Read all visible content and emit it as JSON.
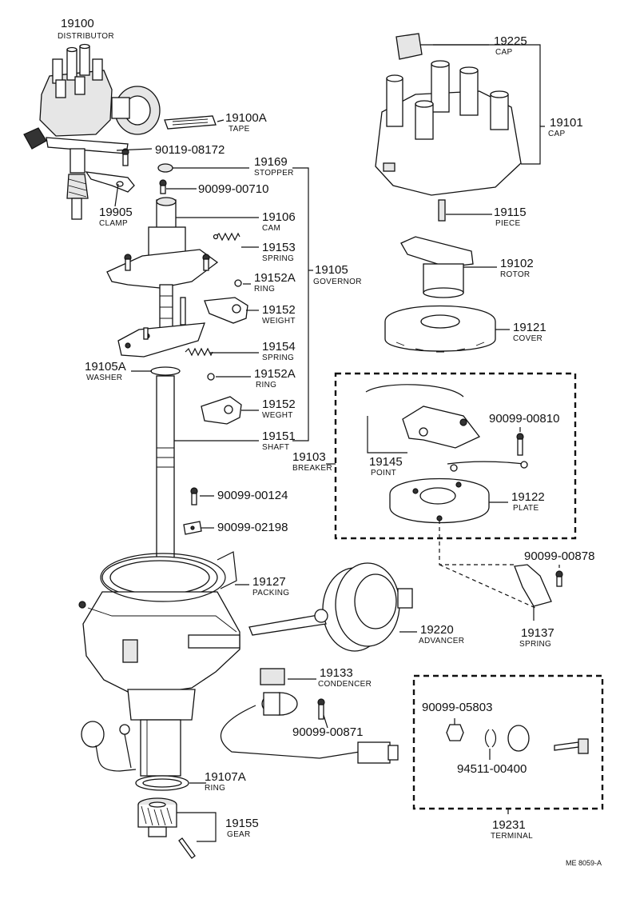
{
  "labels": {
    "distributor": {
      "number": "19100",
      "name": "DISTRIBUTOR"
    },
    "tape": {
      "number": "19100A",
      "name": "TAPE"
    },
    "bolt_08172": {
      "number": "90119-08172"
    },
    "clamp": {
      "number": "19905",
      "name": "CLAMP"
    },
    "stopper": {
      "number": "19169",
      "name": "STOPPER"
    },
    "screw_00710": {
      "number": "90099-00710"
    },
    "cam": {
      "number": "19106",
      "name": "CAM"
    },
    "spring_upper": {
      "number": "19153",
      "name": "SPRING"
    },
    "governor": {
      "number": "19105",
      "name": "GOVERNOR"
    },
    "ring_upper": {
      "number": "19152A",
      "name": "RING"
    },
    "weight_upper": {
      "number": "19152",
      "name": "WEIGHT"
    },
    "spring_lower": {
      "number": "19154",
      "name": "SPRING"
    },
    "washer": {
      "number": "19105A",
      "name": "WASHER"
    },
    "ring_lower": {
      "number": "19152A",
      "name": "RING"
    },
    "weight_lower": {
      "number": "19152",
      "name": "WEGHT"
    },
    "shaft": {
      "number": "19151",
      "name": "SHAFT"
    },
    "breaker": {
      "number": "19103",
      "name": "BREAKER"
    },
    "point": {
      "number": "19145",
      "name": "POINT"
    },
    "screw_00810": {
      "number": "90099-00810"
    },
    "plate": {
      "number": "19122",
      "name": "PLATE"
    },
    "screw_00124": {
      "number": "90099-00124"
    },
    "washer_02198": {
      "number": "90099-02198"
    },
    "screw_00878": {
      "number": "90099-00878"
    },
    "packing": {
      "number": "19127",
      "name": "PACKING"
    },
    "advancer": {
      "number": "19220",
      "name": "ADVANCER"
    },
    "spring_19137": {
      "number": "19137",
      "name": "SPRING"
    },
    "condenser": {
      "number": "19133",
      "name": "CONDENCER"
    },
    "screw_00871": {
      "number": "90099-00871"
    },
    "nut_05803": {
      "number": "90099-05803"
    },
    "washer_00400": {
      "number": "94511-00400"
    },
    "terminal": {
      "number": "19231",
      "name": "TERMINAL"
    },
    "ring_19107a": {
      "number": "19107A",
      "name": "RING"
    },
    "gear": {
      "number": "19155",
      "name": "GEAR"
    },
    "small_cap": {
      "number": "19225",
      "name": "CAP"
    },
    "cap": {
      "number": "19101",
      "name": "CAP"
    },
    "piece": {
      "number": "19115",
      "name": "PIECE"
    },
    "rotor": {
      "number": "19102",
      "name": "ROTOR"
    },
    "cover": {
      "number": "19121",
      "name": "COVER"
    }
  },
  "figure_ref": "ME 8059-A"
}
